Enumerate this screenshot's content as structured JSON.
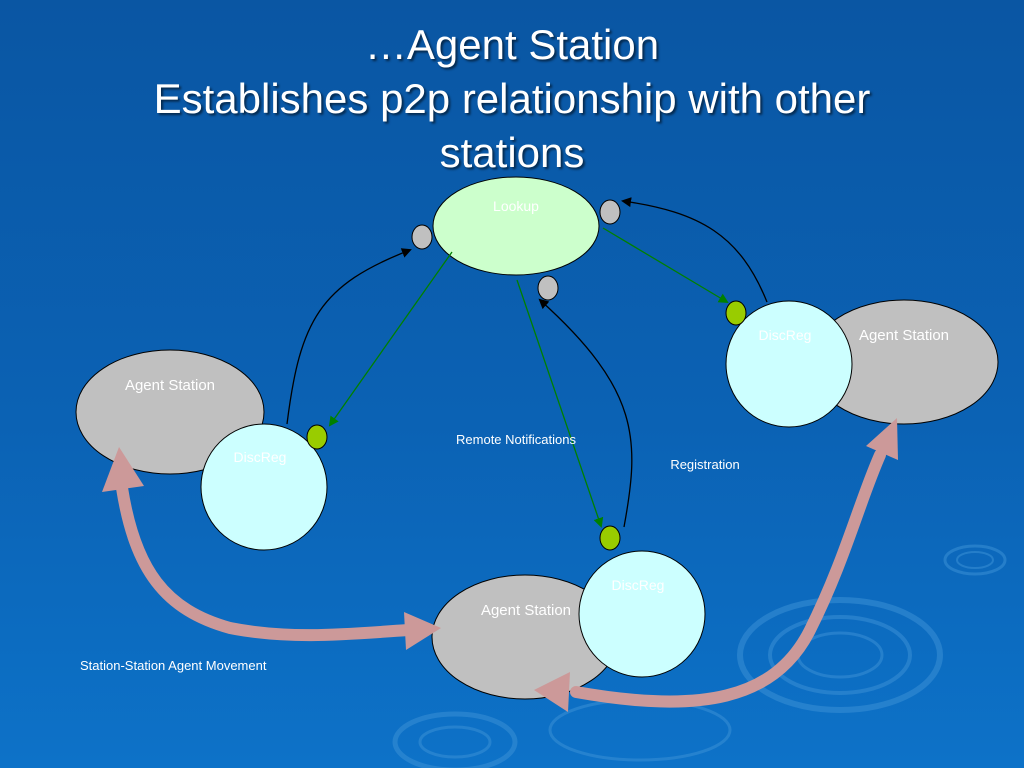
{
  "title": {
    "line1": "…Agent Station",
    "line2": "Establishes p2p relationship with other",
    "line3": "stations"
  },
  "nodes": {
    "lookup": "Lookup",
    "agent_station_left": "Agent Station",
    "agent_station_right": "Agent Station",
    "agent_station_bottom": "Agent Station",
    "discreg_left": "DiscReg",
    "discreg_right": "DiscReg",
    "discreg_bottom": "DiscReg"
  },
  "labels": {
    "remote_notifications": "Remote Notifications",
    "registration": "Registration",
    "movement": "Station-Station Agent Movement"
  },
  "colors": {
    "background": "#0b5cab",
    "lookup_fill": "#ccffcc",
    "agent_station_fill": "#c0c0c0",
    "discreg_fill": "#ccffff",
    "port_green": "#99cc00",
    "port_gray": "#c0c0c0",
    "notification_arrow": "#008000",
    "registration_arrow": "#000000",
    "movement_arrow": "#cc9999"
  }
}
